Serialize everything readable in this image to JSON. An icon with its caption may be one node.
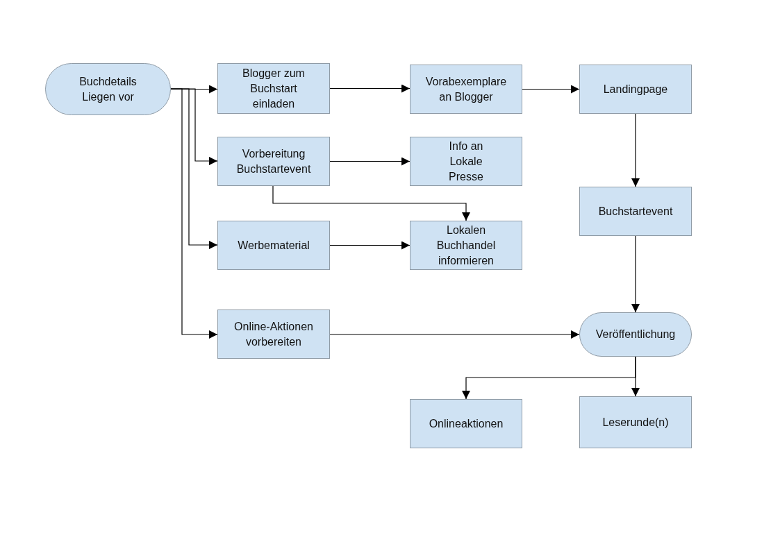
{
  "diagram": {
    "nodes": [
      {
        "text": [
          "Buchdetails Liegen vor"
        ]
      },
      {
        "text": [
          "Blogger zum Buchstart einladen"
        ]
      },
      {
        "text": [
          "Vorabexemplare an Blogger"
        ]
      },
      {
        "text": [
          "Landingpage"
        ]
      },
      {
        "text": [
          "Vorbereitung Buchstartevent"
        ]
      },
      {
        "text": [
          "Info an Lokale Presse"
        ]
      },
      {
        "text": [
          "Buchstartevent"
        ]
      },
      {
        "text": [
          "Werbematerial"
        ]
      },
      {
        "text": [
          "Lokalen Buchhandel informieren"
        ]
      },
      {
        "text": [
          "Online-Aktionen vorbereiten"
        ]
      },
      {
        "text": [
          "Veröffentlichung"
        ]
      },
      {
        "text": [
          "Onlineaktionen"
        ]
      },
      {
        "text": [
          "Leserunde(n)"
        ]
      }
    ],
    "edges": [
      {
        "from": 0,
        "to": 1,
        "arrow": "to"
      },
      {
        "from": 0,
        "to": 4,
        "arrow": "to"
      },
      {
        "from": 0,
        "to": 7,
        "arrow": "to"
      },
      {
        "from": 0,
        "to": 9,
        "arrow": "to"
      },
      {
        "from": 1,
        "to": 2,
        "arrow": "to"
      },
      {
        "from": 2,
        "to": 3,
        "arrow": "to"
      },
      {
        "from": 4,
        "to": 5,
        "arrow": "to"
      },
      {
        "from": 4,
        "to": 8,
        "arrow": "to"
      },
      {
        "from": 7,
        "to": 8,
        "arrow": "to"
      },
      {
        "from": 3,
        "to": 6,
        "arrow": "to"
      },
      {
        "from": 6,
        "to": 10,
        "arrow": "to"
      },
      {
        "from": 9,
        "to": 10,
        "arrow": "to"
      },
      {
        "from": 10,
        "to": 11,
        "arrow": "to"
      },
      {
        "from": 10,
        "to": 12,
        "arrow": "to"
      }
    ]
  }
}
